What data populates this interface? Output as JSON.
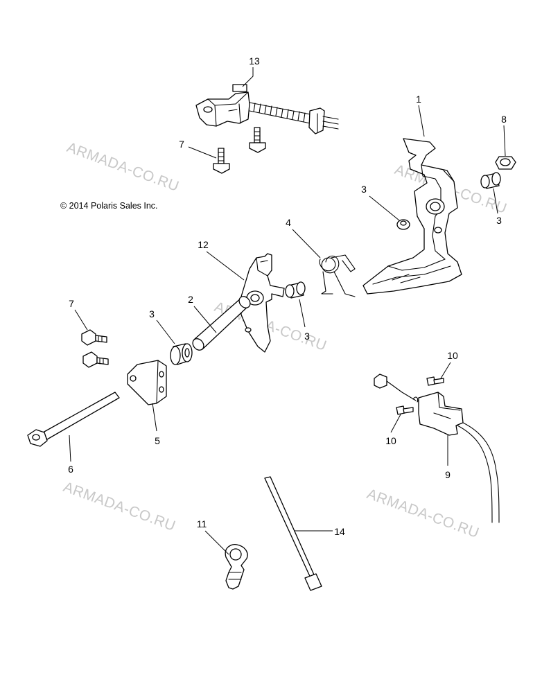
{
  "copyright": "© 2014 Polaris Sales Inc.",
  "watermark_text": "ARMADA-CO.RU",
  "callouts": {
    "c1": "1",
    "c2": "2",
    "c3a": "3",
    "c3b": "3",
    "c3c": "3",
    "c3d": "3",
    "c4": "4",
    "c5": "5",
    "c6": "6",
    "c7a": "7",
    "c7b": "7",
    "c8": "8",
    "c9": "9",
    "c10a": "10",
    "c10b": "10",
    "c11": "11",
    "c12": "12",
    "c13": "13",
    "c14": "14"
  },
  "colors": {
    "line": "#000000",
    "watermark": "#c8c8c8",
    "background": "#ffffff"
  }
}
